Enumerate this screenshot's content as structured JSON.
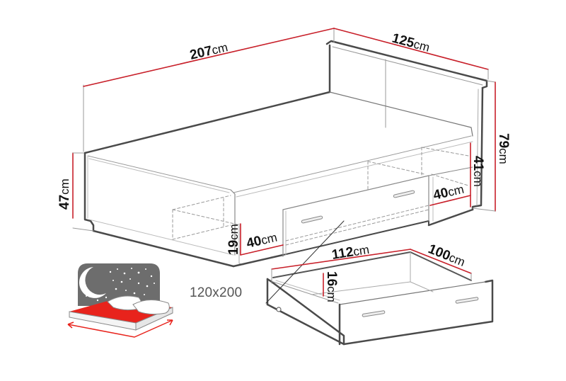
{
  "diagram": {
    "type": "furniture-dimension-drawing",
    "subject": "single bed with storage drawers and shelves",
    "colors": {
      "dimension_line": "#c8202a",
      "outline": "#4a4a4a",
      "thin_line": "#8a8a8a",
      "icon_gray": "#6d6d6d",
      "icon_red": "#e8231c",
      "text": "#111111",
      "size_text": "#555555"
    },
    "dimensions": {
      "length": {
        "value": "207",
        "unit": "cm"
      },
      "width": {
        "value": "125",
        "unit": "cm"
      },
      "total_height": {
        "value": "79",
        "unit": "cm"
      },
      "bed_height": {
        "value": "47",
        "unit": "cm"
      },
      "left_shelf_height": {
        "value": "19",
        "unit": "cm"
      },
      "left_shelf_depth": {
        "value": "40",
        "unit": "cm"
      },
      "right_shelf_height": {
        "value": "41",
        "unit": "cm"
      },
      "right_shelf_depth": {
        "value": "40",
        "unit": "cm"
      },
      "drawer_length": {
        "value": "112",
        "unit": "cm"
      },
      "drawer_depth": {
        "value": "100",
        "unit": "cm"
      },
      "drawer_height": {
        "value": "16",
        "unit": "cm"
      }
    },
    "mattress_size_label": "120x200",
    "icons": {
      "sleep_icon": "bed-with-moon-and-stars-icon"
    }
  }
}
